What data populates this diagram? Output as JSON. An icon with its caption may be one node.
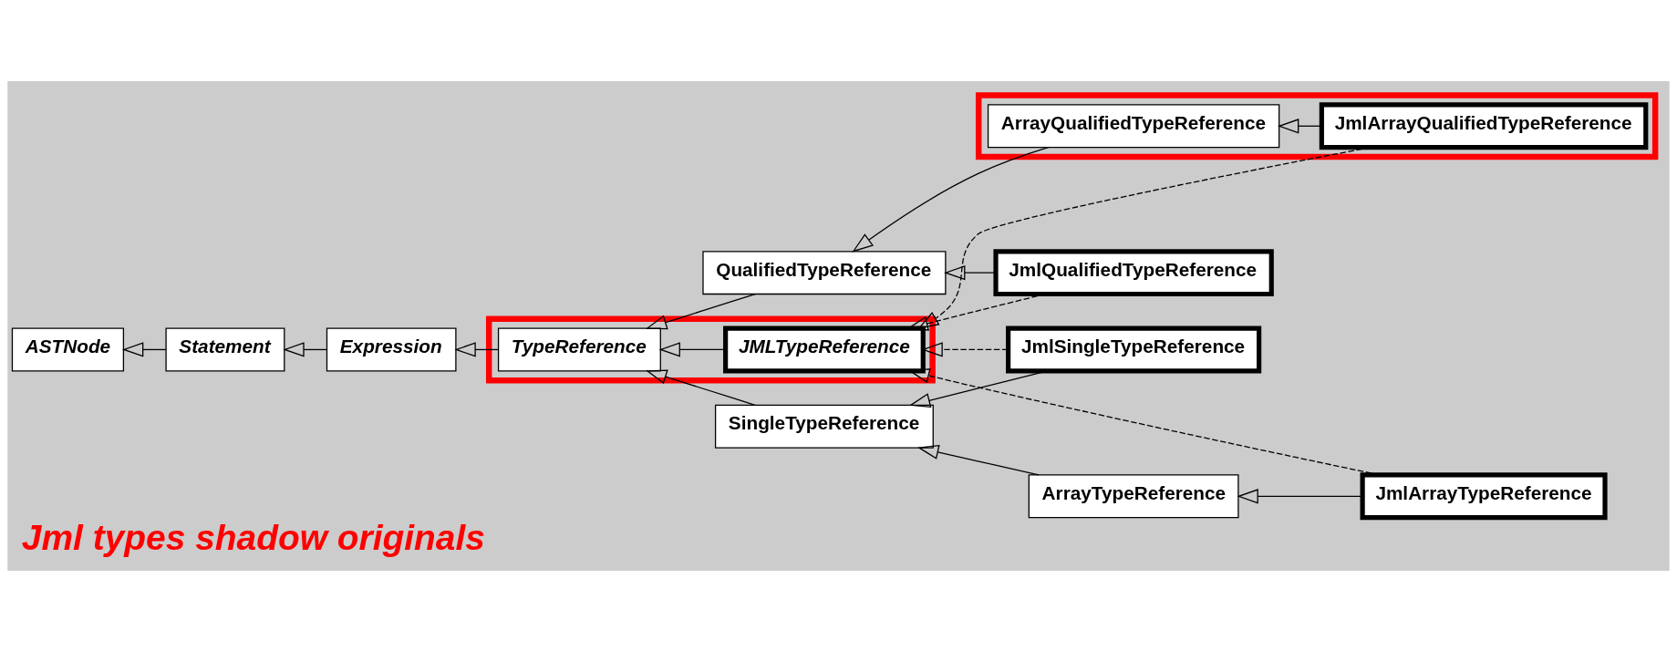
{
  "diagram": {
    "caption": "Jml types shadow originals",
    "nodes": [
      {
        "text": [
          "ASTNode"
        ]
      },
      {
        "text": [
          "Statement"
        ]
      },
      {
        "text": [
          "Expression"
        ]
      },
      {
        "text": [],
        "shape": "box"
      },
      {
        "text": [
          "TypeReference"
        ],
        "in": 3
      },
      {
        "text": [
          "JMLTypeReference"
        ],
        "in": 3
      },
      {
        "text": [
          "QualifiedTypeReference"
        ]
      },
      {
        "text": [],
        "shape": "box"
      },
      {
        "text": [
          "ArrayQualifiedTypeReference"
        ],
        "in": 7
      },
      {
        "text": [
          "JmlArrayQualifiedTypeReference"
        ],
        "in": 7
      },
      {
        "text": [
          "JmlQualifiedTypeReference"
        ]
      },
      {
        "text": [
          "JmlSingleTypeReference"
        ]
      },
      {
        "text": [
          "SingleTypeReference"
        ]
      },
      {
        "text": [
          "ArrayTypeReference"
        ]
      },
      {
        "text": [
          "JmlArrayTypeReference"
        ]
      }
    ],
    "edges": [
      {
        "from": 1,
        "to": 0,
        "arrow": "to"
      },
      {
        "from": 2,
        "to": 1,
        "arrow": "to"
      },
      {
        "from": 4,
        "to": 2,
        "arrow": "to"
      },
      {
        "from": 5,
        "to": 4,
        "arrow": "to"
      },
      {
        "from": 6,
        "to": 4,
        "arrow": "to"
      },
      {
        "from": 12,
        "to": 4,
        "arrow": "to"
      },
      {
        "from": 8,
        "to": 6,
        "arrow": "to"
      },
      {
        "from": 10,
        "to": 6,
        "arrow": "to"
      },
      {
        "from": 9,
        "to": 8,
        "arrow": "to"
      },
      {
        "from": 11,
        "to": 12,
        "arrow": "to"
      },
      {
        "from": 13,
        "to": 12,
        "arrow": "to"
      },
      {
        "from": 14,
        "to": 13,
        "arrow": "to"
      },
      {
        "from": 9,
        "to": 5,
        "arrow": "to",
        "style": "dashed"
      },
      {
        "from": 10,
        "to": 5,
        "arrow": "to",
        "style": "dashed"
      },
      {
        "from": 11,
        "to": 5,
        "arrow": "to",
        "style": "dashed"
      },
      {
        "from": 14,
        "to": 5,
        "arrow": "to",
        "style": "dashed"
      }
    ]
  }
}
